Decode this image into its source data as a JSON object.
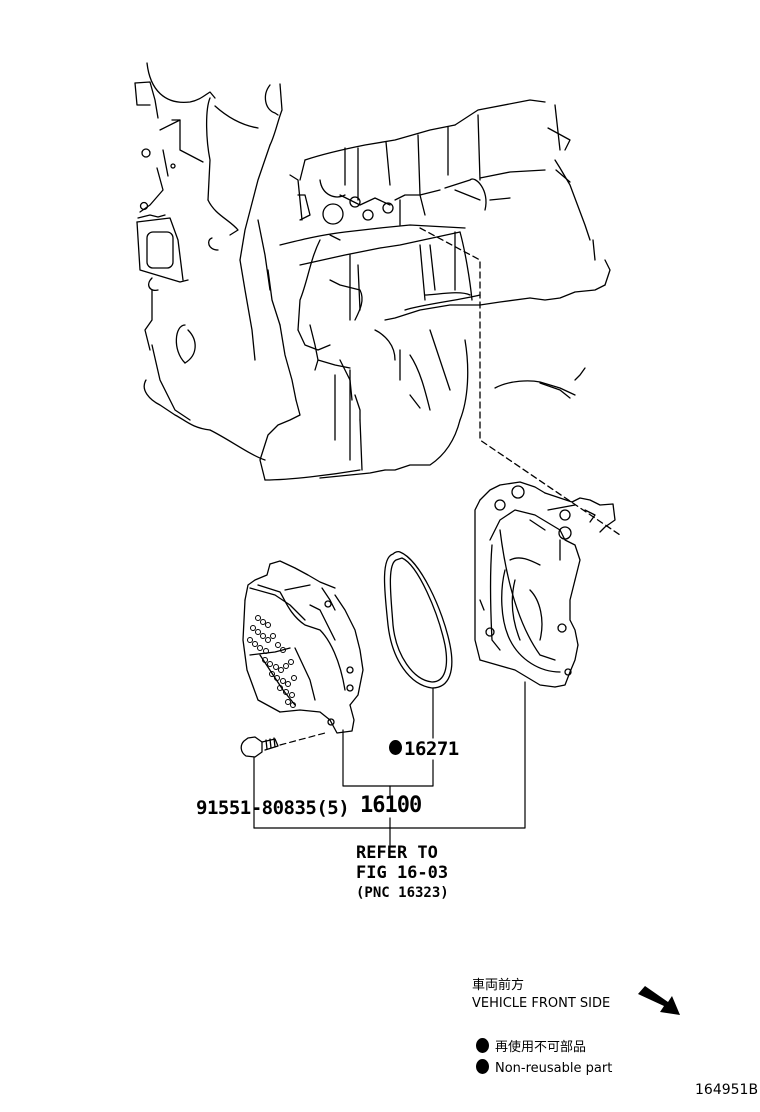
{
  "diagram": {
    "type": "exploded-parts-diagram",
    "subject": "Vacuum pump assembly on engine"
  },
  "callouts": {
    "gasket": {
      "part_number": "16271",
      "non_reusable": true
    },
    "pump_assembly": {
      "part_number": "16100"
    },
    "bolt": {
      "part_number": "91551-80835(5)"
    },
    "housing_reference": {
      "line1": "REFER TO",
      "line2": "FIG 16-03",
      "line3": "(PNC 16323)"
    }
  },
  "legend": {
    "front_side_jp": "車両前方",
    "front_side_en": "VEHICLE FRONT SIDE",
    "non_reusable_jp": "再使用不可部品",
    "non_reusable_en": "Non-reusable part"
  },
  "figure_id": "164951B",
  "colors": {
    "ink": "#000000",
    "paper": "#ffffff"
  }
}
